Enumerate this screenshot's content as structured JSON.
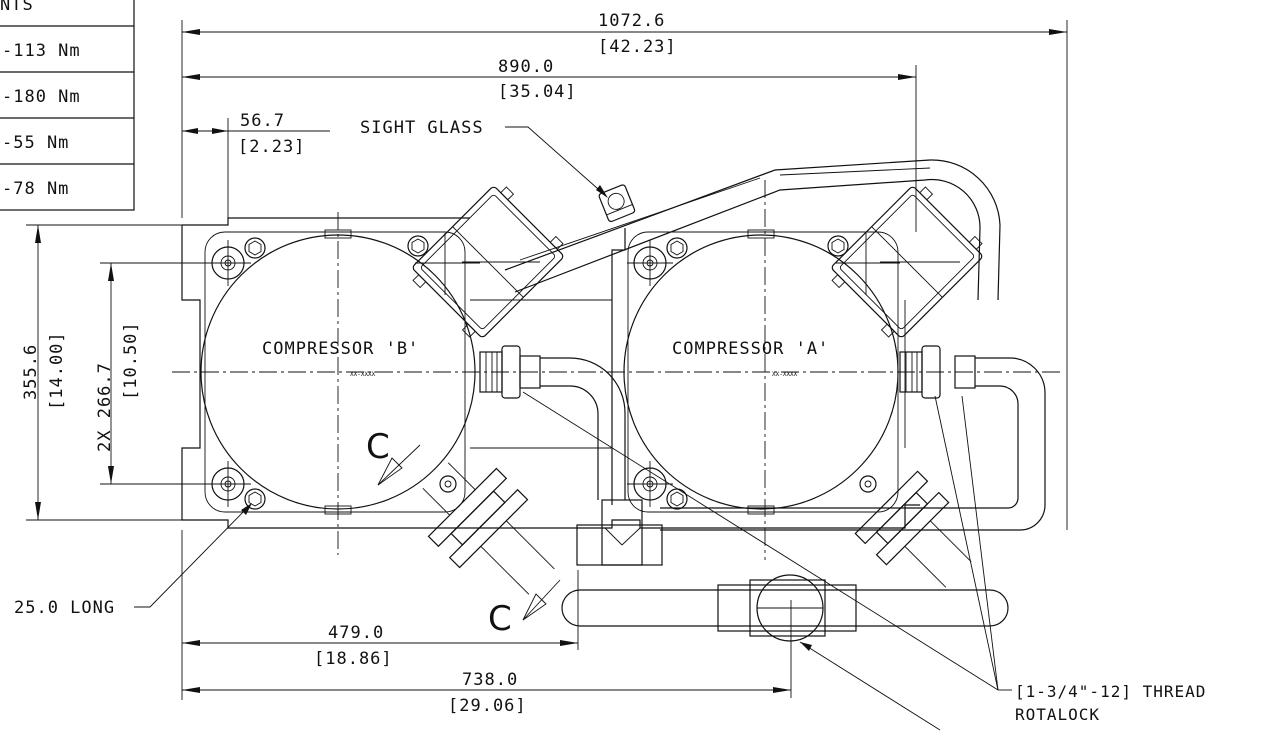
{
  "torque_table": {
    "header": "NTS",
    "rows": [
      "-113 Nm",
      "-180 Nm",
      "-55 Nm",
      "-78 Nm"
    ]
  },
  "dimensions": {
    "overall_width_mm": "1072.6",
    "overall_width_in": "[42.23]",
    "width_890_mm": "890.0",
    "width_890_in": "[35.04]",
    "offset_mm": "56.7",
    "offset_in": "[2.23]",
    "height_mm": "355.6",
    "height_in": "[14.00]",
    "bolt_spacing_mm": "2X 266.7",
    "bolt_spacing_in": "[10.50]",
    "width_479_mm": "479.0",
    "width_479_in": "[18.86]",
    "width_738_mm": "738.0",
    "width_738_in": "[29.06]"
  },
  "labels": {
    "sight_glass": "SIGHT GLASS",
    "compressor_b": "COMPRESSOR 'B'",
    "compressor_a": "COMPRESSOR 'A'",
    "long_25": "25.0 LONG",
    "thread_line1": "[1-3/4\"-12] THREAD",
    "thread_line2": "ROTALOCK",
    "rotation_c": "C"
  }
}
